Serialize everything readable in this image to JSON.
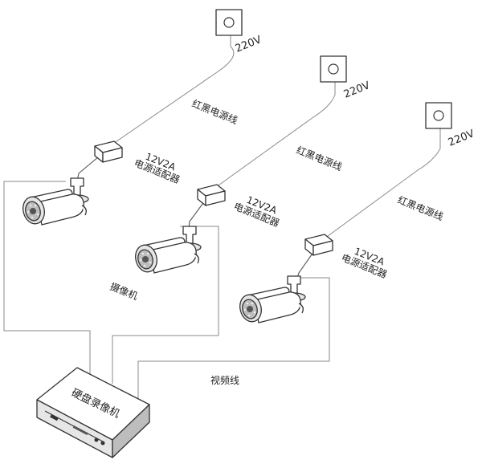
{
  "labels": {
    "outlet_voltage": "220V",
    "power_cable": "红黑电源线",
    "adapter_rating": "12V2A",
    "adapter_name": "电源适配器",
    "camera": "摄像机",
    "video_cable": "视频线",
    "recorder": "硬盘录像机"
  },
  "colors": {
    "line": "#333333",
    "wire": "#8a8a8a",
    "text": "#222222"
  },
  "icons": [
    "wall-outlet-icon",
    "power-adapter-icon",
    "bullet-camera-icon",
    "nvr-box-icon"
  ]
}
